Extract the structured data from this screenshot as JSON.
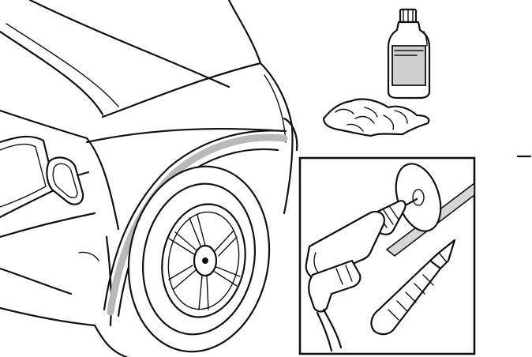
{
  "illustration": {
    "subject": "",
    "colors": {
      "line": "#111111",
      "background": "#ffffff",
      "highlight_band": "#b8b8b8",
      "label_panel": "#cfcfcf",
      "tape_strip": "#d6d6d6"
    },
    "parts": [
      "car-body",
      "wheel-arch-band",
      "wheel",
      "side-mirror",
      "fluid-bottle",
      "cloth",
      "applicator-inset",
      "sealant-tube"
    ]
  }
}
